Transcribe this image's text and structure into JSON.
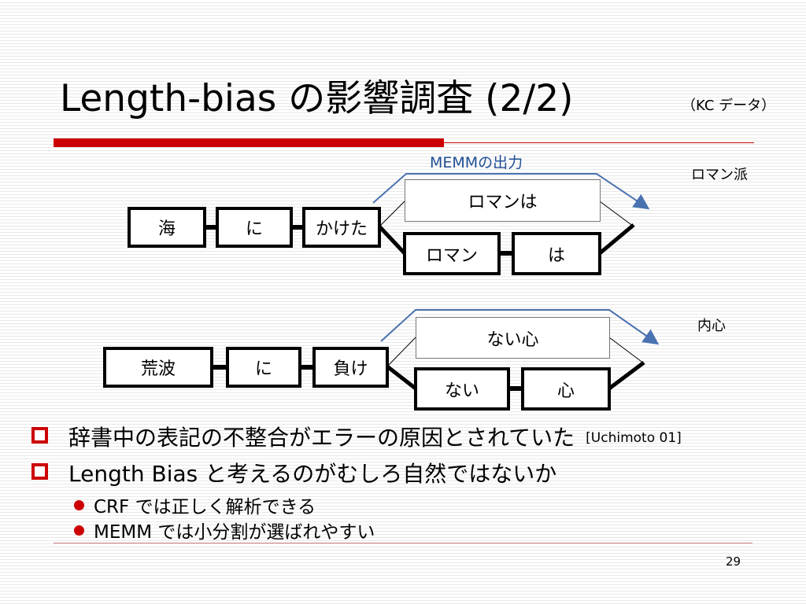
{
  "slide": {
    "title": "Length-bias の影響調査 (2/2)",
    "title_note": "（KC データ）",
    "page_number": "29"
  },
  "diagram": {
    "memm_label": "MEMMの出力",
    "example1": {
      "side_label": "ロマン派",
      "nodes": [
        "海",
        "に",
        "かけた"
      ],
      "memm_output": "ロマンは",
      "split": [
        "ロマン",
        "は"
      ]
    },
    "example2": {
      "side_label": "内心",
      "nodes": [
        "荒波",
        "に",
        "負け"
      ],
      "memm_output": "ない心",
      "split": [
        "ない",
        "心"
      ]
    }
  },
  "bullets": [
    {
      "text": "辞書中の表記の不整合がエラーの原因とされていた",
      "ref": "[Uchimoto 01]"
    },
    {
      "text": "Length Bias と考えるのがむしろ自然ではないか"
    }
  ],
  "sub_bullets": [
    "CRF では正しく解析できる",
    "MEMM では小分割が選ばれやすい"
  ],
  "colors": {
    "accent_red": "#cc0000",
    "memm_blue": "#1f4e96",
    "arrow_blue": "#4a72b0"
  }
}
